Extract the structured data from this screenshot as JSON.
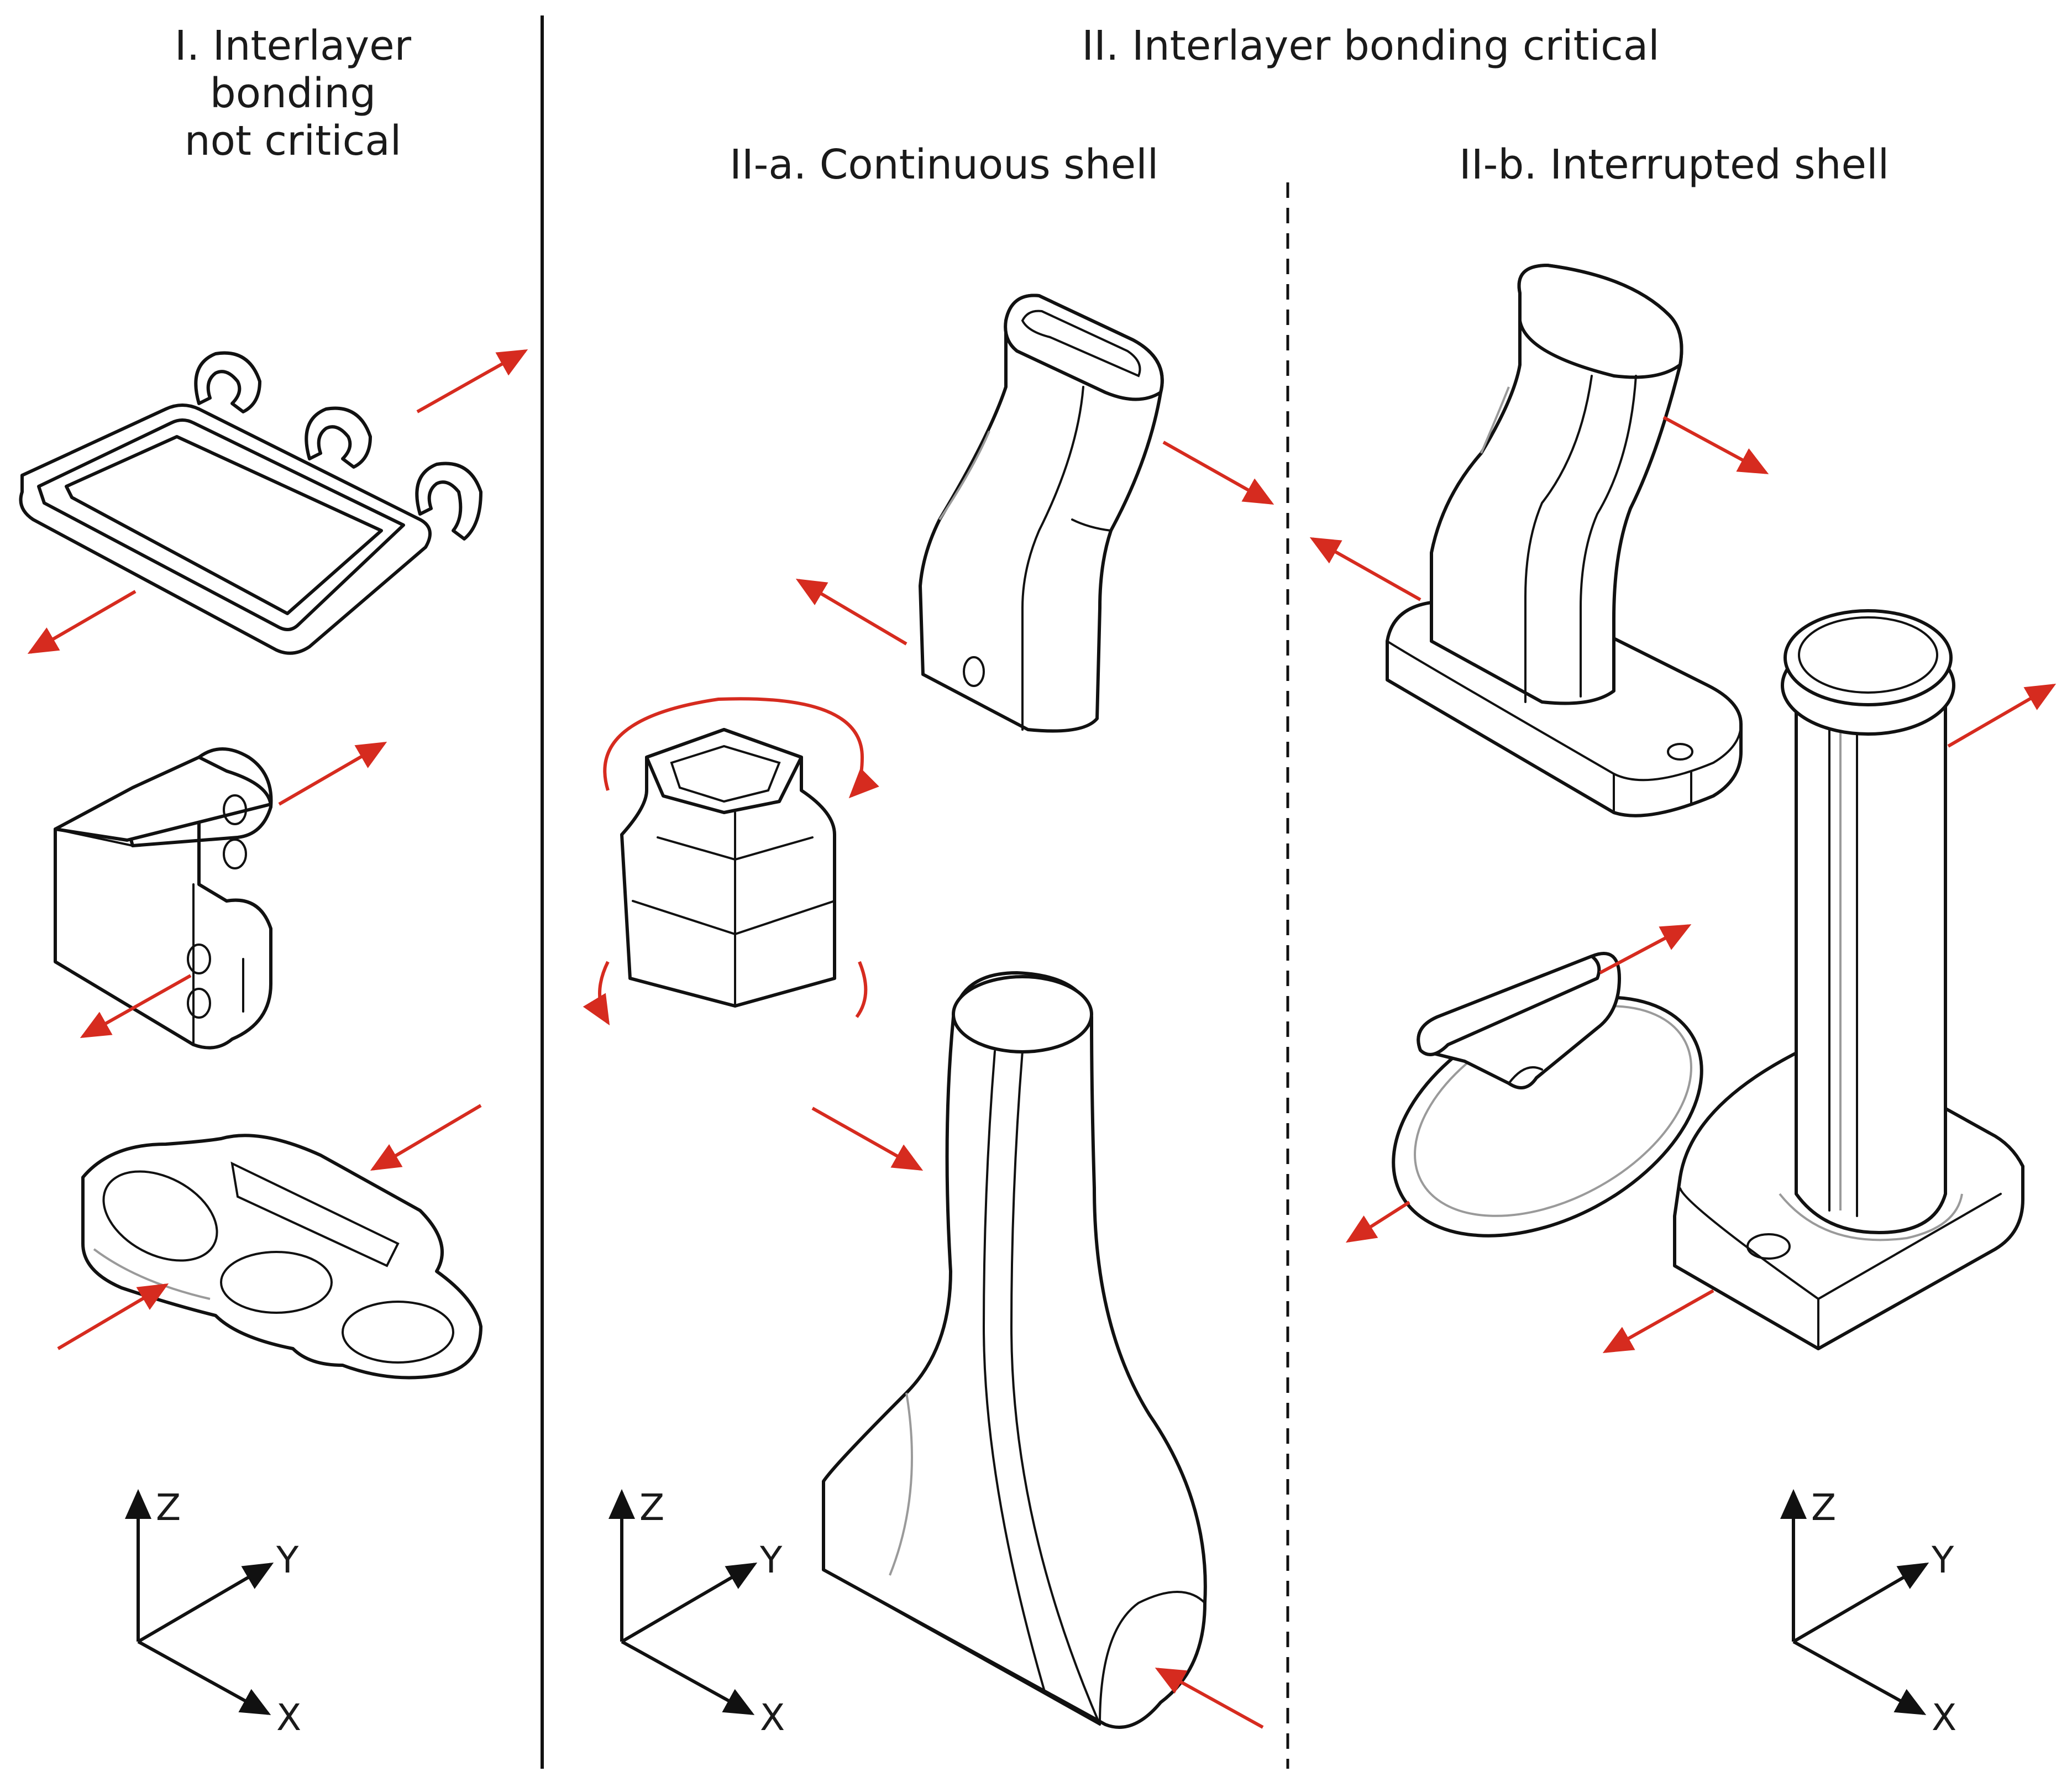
{
  "headers": {
    "section1": "I. Interlayer bonding\nnot critical",
    "section2": "II. Interlayer bonding critical",
    "section2a": "II-a. Continuous shell",
    "section2b": "II-b. Interrupted shell"
  },
  "axes": {
    "z": "Z",
    "y": "Y",
    "x": "X"
  },
  "colors": {
    "arrow": "#d62b1f",
    "line": "#111111",
    "background": "#ffffff"
  }
}
